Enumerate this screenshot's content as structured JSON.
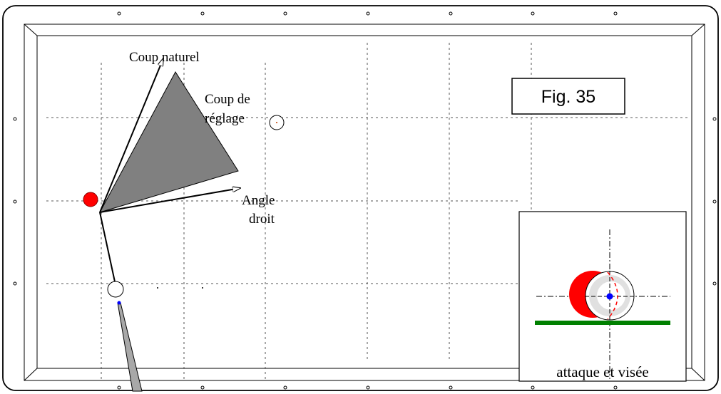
{
  "labels": {
    "coup_naturel": "Coup naturel",
    "coup_de_reglage_line1": "Coup de",
    "coup_de_reglage_line2": "réglage",
    "angle_droit_line1": "Angle",
    "angle_droit_line2": "droit",
    "figure_title": "Fig. 35",
    "inset_caption": "attaque et visée"
  },
  "colors": {
    "cloth": "#ffffff",
    "line": "#000000",
    "grid": "#555555",
    "wedge": "#808080",
    "red_ball": "#ff0000",
    "cue_ball": "#ffffff",
    "cue_stick": "#a8a8a8",
    "cue_tip": "#0000ff",
    "aim_dot": "#0000ff",
    "rail_line": "#008000",
    "dashed_arc": "#ff0000"
  },
  "icons": {
    "diamond_marker": "small-circle"
  }
}
